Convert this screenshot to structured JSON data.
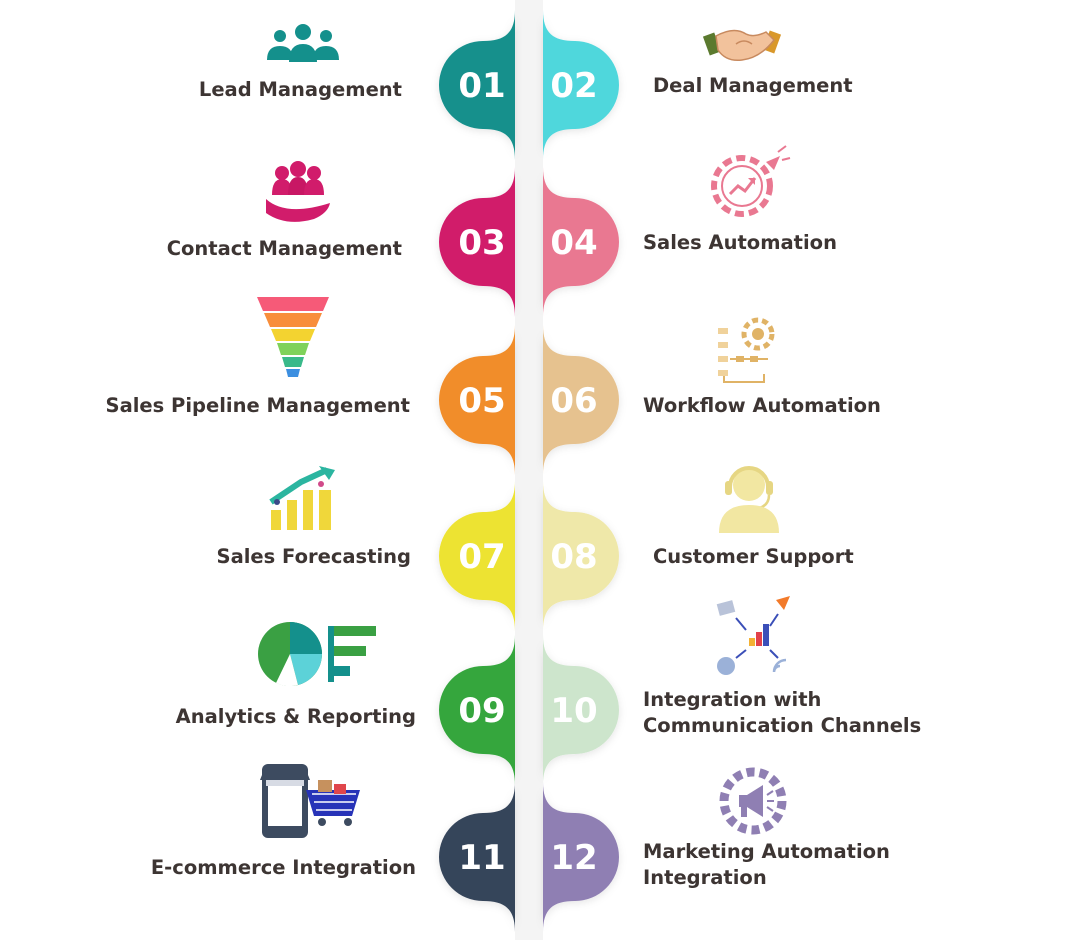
{
  "items": [
    {
      "number": "01",
      "label": "Lead Management",
      "color": "#14908c",
      "icon": "team-icon"
    },
    {
      "number": "02",
      "label": "Deal Management",
      "color": "#4fd7dc",
      "icon": "handshake-icon"
    },
    {
      "number": "03",
      "label": "Contact Management",
      "color": "#d11c6b",
      "icon": "contacts-group-icon"
    },
    {
      "number": "04",
      "label": "Sales Automation",
      "color": "#e97891",
      "icon": "sales-automation-gear-icon"
    },
    {
      "number": "05",
      "label": "Sales Pipeline Management",
      "color": "#f18d2a",
      "icon": "sales-funnel-icon"
    },
    {
      "number": "06",
      "label": "Workflow Automation",
      "color": "#e6c28f",
      "icon": "workflow-icon"
    },
    {
      "number": "07",
      "label": "Sales Forecasting",
      "color": "#ede331",
      "icon": "growth-chart-icon"
    },
    {
      "number": "08",
      "label": "Customer Support",
      "color": "#efe8a9",
      "icon": "support-headset-icon"
    },
    {
      "number": "09",
      "label": "Analytics & Reporting",
      "color": "#35a63e",
      "icon": "analytics-chart-icon"
    },
    {
      "number": "10",
      "label": "Integration with Communication Channels",
      "lines": [
        "Integration with",
        "Communication Channels"
      ],
      "color": "#cde5cc",
      "icon": "communication-channels-icon"
    },
    {
      "number": "11",
      "label": "E-commerce Integration",
      "color": "#36445a",
      "icon": "ecommerce-cart-icon"
    },
    {
      "number": "12",
      "label": "Marketing Automation Integration",
      "lines": [
        "Marketing Automation",
        "Integration"
      ],
      "color": "#8f7fb3",
      "icon": "marketing-megaphone-icon"
    }
  ]
}
